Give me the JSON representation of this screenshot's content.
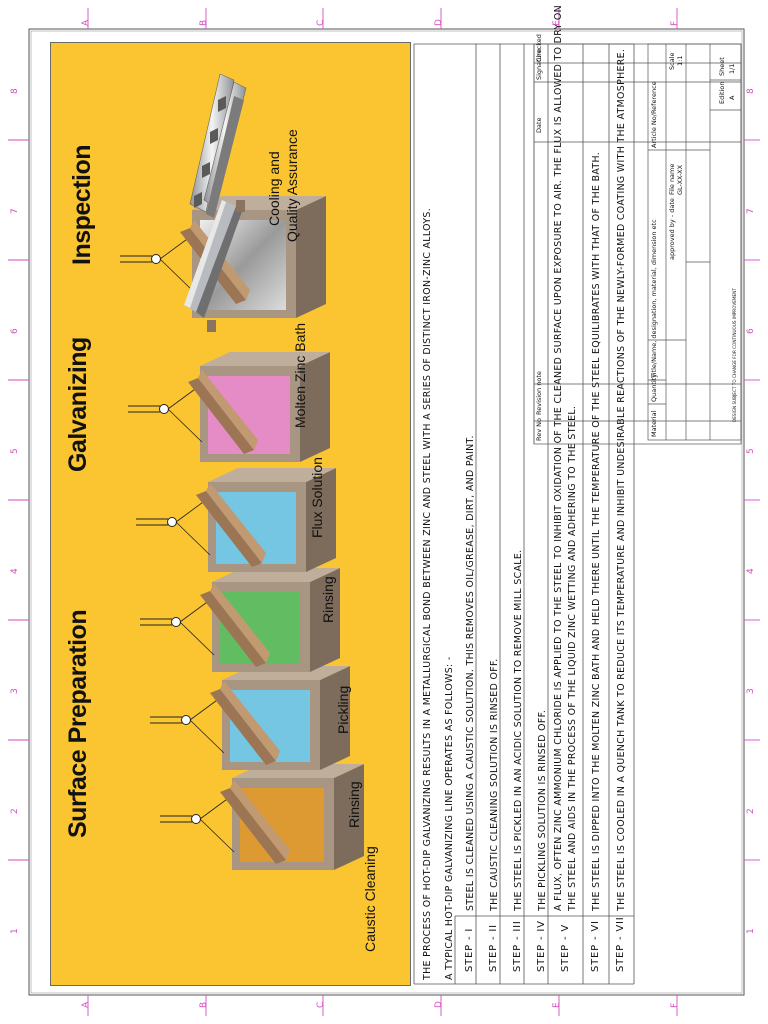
{
  "headings": {
    "surface_preparation": "Surface Preparation",
    "galvanizing": "Galvanizing",
    "inspection": "Inspection"
  },
  "stages": [
    {
      "label": "Caustic Cleaning",
      "fill": "#dd9a33"
    },
    {
      "label": "Rinsing",
      "fill": "#74c6e3"
    },
    {
      "label": "Pickling",
      "fill": "#62bd62"
    },
    {
      "label": "Rinsing",
      "fill": "#74c6e3"
    },
    {
      "label": "Flux Solution",
      "fill": "#e58cc6"
    },
    {
      "label": "Molten Zinc Bath",
      "fill": "#c9c9c9"
    }
  ],
  "cooling_label_line1": "Cooling and",
  "cooling_label_line2": "Quality Assurance",
  "intro_line": "The process of hot-dip galvanizing results in a metallurgical bond between zinc and steel with a series of distinct iron-zinc alloys.",
  "lead_line": "A typical hot-dip galvanizing line operates as follows: -",
  "steps": [
    {
      "tag": "Step - I",
      "lines": [
        "Steel is cleaned using a caustic solution. This removes oil/grease, dirt, and paint."
      ]
    },
    {
      "tag": "Step - II",
      "lines": [
        "The caustic cleaning solution is rinsed off."
      ]
    },
    {
      "tag": "Step - III",
      "lines": [
        "The steel is pickled in an acidic solution to remove mill scale."
      ]
    },
    {
      "tag": "Step - IV",
      "lines": [
        "The pickling solution is rinsed off."
      ]
    },
    {
      "tag": "Step - V",
      "lines": [
        "A flux, often zinc ammonium chloride is applied to the steel to inhibit oxidation of the cleaned surface upon exposure to air. The flux is allowed to dry on",
        "the steel and aids in the process of the liquid zinc  wetting and adhering to the steel."
      ]
    },
    {
      "tag": "Step - VI",
      "lines": [
        "The steel is dipped into the molten zinc bath and held there until the temperature of the steel equilibrates with that of the bath."
      ]
    },
    {
      "tag": "Step - VII",
      "lines": [
        "The steel is cooled in a quench tank to reduce its temperature and inhibit undesirable reactions of the newly-formed coating with the atmosphere."
      ]
    }
  ],
  "revision_block": {
    "rev_no": "Rev No",
    "revision_note": "Revision note",
    "date": "Date",
    "signature": "Signature",
    "checked": "Checked"
  },
  "title_block": {
    "material": "Material",
    "quantity": "Quantity",
    "title": "Title/Name, designation, material, dimension etc",
    "article": "Article No/Reference",
    "approved": "approved by - date",
    "file_name": "File name",
    "file_value": "GL-XX-XX",
    "scale": "Scale",
    "scale_value": "1:1",
    "edition": "Edition",
    "edition_value": "A",
    "sheet": "Sheet",
    "sheet_value": "1/1",
    "disclaimer": "DESIGN SUBJECT TO CHANGE FOR CONTINUOUS IMPROVEMENT"
  },
  "colors": {
    "panel_yellow": "#fbc531",
    "tank_wall": "#a89683",
    "tank_wall_dark": "#7d6c5b",
    "beam": "#9c7654",
    "border_pink": "#d64bc2",
    "frame": "#777777"
  },
  "margin_marks": {
    "numbers": [
      "1",
      "2",
      "3",
      "4",
      "5",
      "6",
      "7",
      "8"
    ],
    "letters": [
      "A",
      "B",
      "C",
      "D",
      "E",
      "F"
    ]
  }
}
